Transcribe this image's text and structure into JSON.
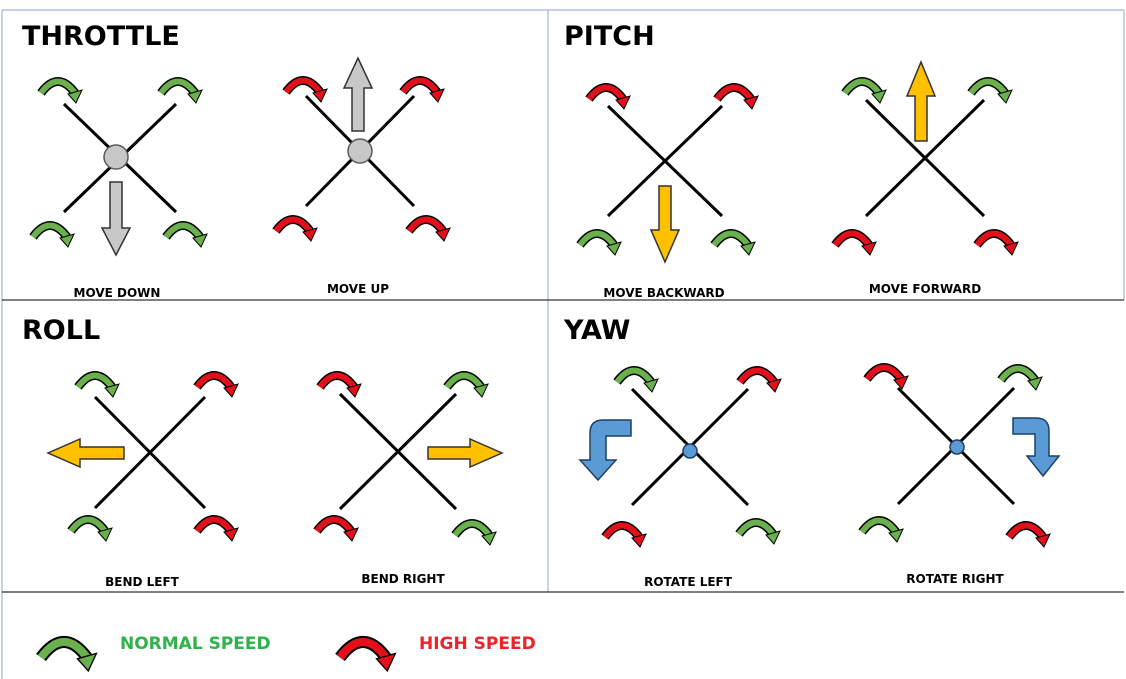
{
  "colors": {
    "normal": "#6ab04c",
    "high": "#e3101b",
    "arm": "#000000",
    "hub": "#c7c7c7",
    "hub_blue": "#5b9bd5",
    "arrow_grey": "#c8c8c8",
    "arrow_yellow": "#ffc000",
    "arrow_blue": "#5b9bd5",
    "border": "#9eb6d3",
    "legend_normal_text": "#2fb14b",
    "legend_high_text": "#ee2326"
  },
  "sections": {
    "throttle": {
      "title": "THROTTLE",
      "down_label": "MOVE DOWN",
      "up_label": "MOVE UP"
    },
    "pitch": {
      "title": "PITCH",
      "backward_label": "MOVE  BACKWARD",
      "forward_label": "MOVE  FORWARD"
    },
    "roll": {
      "title": "ROLL",
      "left_label": "BEND LEFT",
      "right_label": "BEND RIGHT"
    },
    "yaw": {
      "title": "YAW",
      "left_label": "ROTATE LEFT",
      "right_label": "ROTATE RIGHT"
    }
  },
  "legend": {
    "normal_label": "NORMAL SPEED",
    "high_label": "HIGH SPEED"
  }
}
